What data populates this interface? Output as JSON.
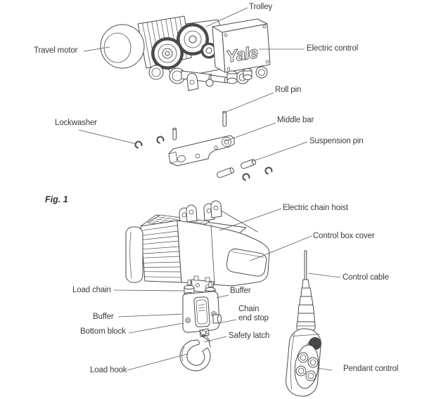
{
  "figure_caption": "Fig. 1",
  "brand_logo": "Yale",
  "colors": {
    "line": "#4b4b4b",
    "leader": "#5a5a5a",
    "text": "#3b3b3b",
    "background": "#ffffff"
  },
  "top_diagram": {
    "description": "trolley-assembly-exploded-view",
    "labels": {
      "trolley": "Trolley",
      "travel_motor": "Travel motor",
      "electric_control": "Electric control",
      "roll_pin": "Roll pin",
      "lockwasher": "Lockwasher",
      "middle_bar": "Middle bar",
      "suspension_pin": "Suspension pin"
    }
  },
  "bottom_diagram": {
    "description": "electric-chain-hoist-view",
    "labels": {
      "electric_chain_hoist": "Electric chain hoist",
      "control_box_cover": "Control box cover",
      "control_cable": "Control cable",
      "load_chain": "Load chain",
      "buffer_upper": "Buffer",
      "buffer_lower": "Buffer",
      "chain_end_stop_line1": "Chain",
      "chain_end_stop_line2": "end stop",
      "bottom_block": "Bottom block",
      "safety_latch": "Safety latch",
      "load_hook": "Load hook",
      "pendant_control": "Pendant control"
    }
  }
}
